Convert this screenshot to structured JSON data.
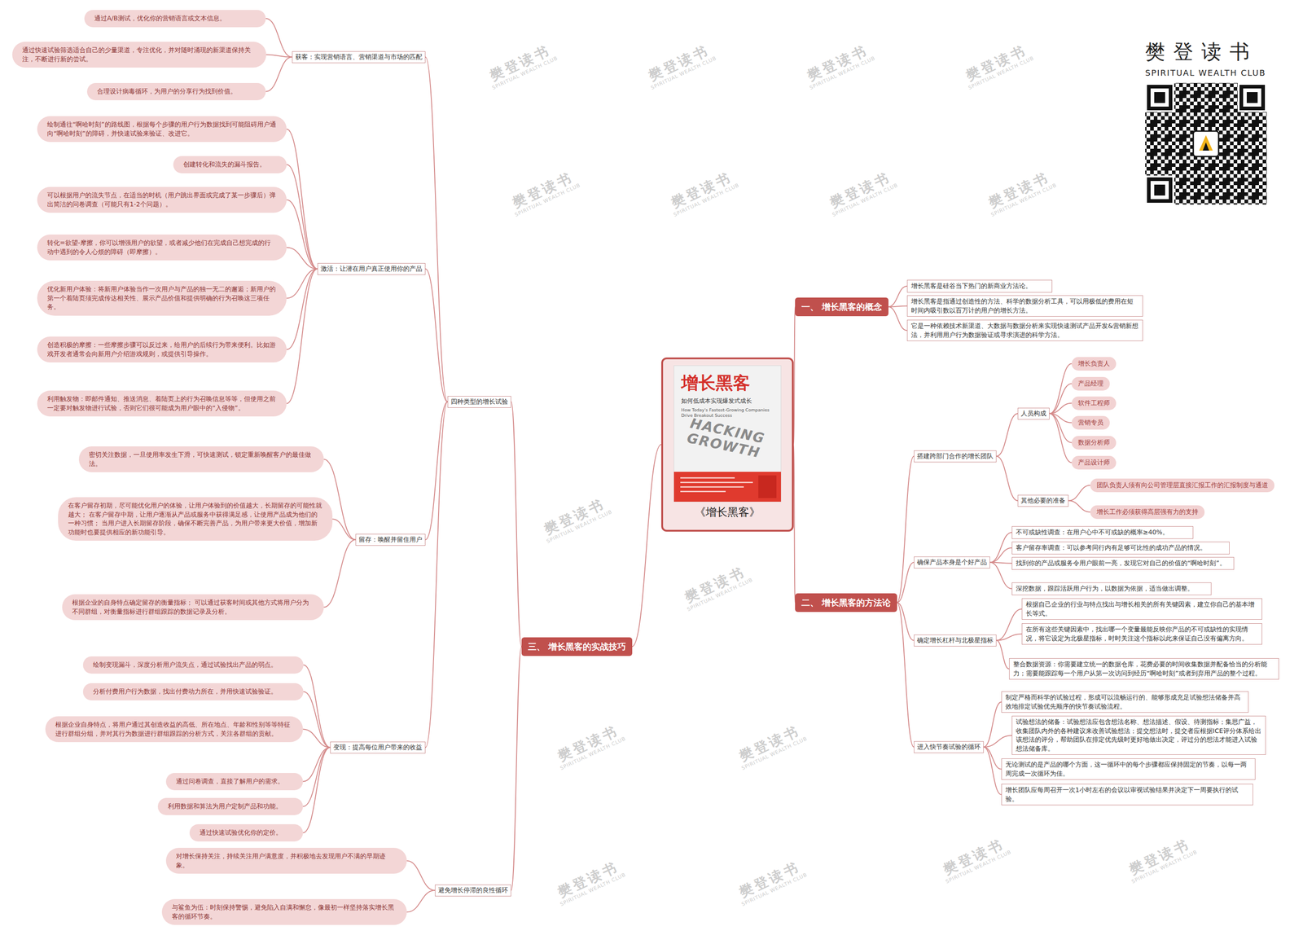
{
  "diagram": {
    "nodes": [
      {
        "text": [
          "增长黑客",
          "如何低成本实现爆发式成长",
          "How Today's Fastest-Growing Companies Drive Breakout Success",
          "HACKING GROWTH",
          "《增长黑客》"
        ]
      },
      {
        "text": [
          "一、 增长黑客的概念"
        ]
      },
      {
        "text": [
          "增长黑客是硅谷当下热门的新商业方法论。"
        ]
      },
      {
        "text": [
          "增长黑客是指通过创造性的方法、科学的数据分析工具，可以用极低的费用在短时间内吸引数以百万计的用户的增长方法。"
        ]
      },
      {
        "text": [
          "它是一种依赖技术新渠道、大数据与数据分析来实现快速测试产品开发&营销新想法，并利用用户行为数据验证或寻求演进的科学方法。"
        ]
      },
      {
        "text": [
          "二、 增长黑客的方法论"
        ]
      },
      {
        "text": [
          "搭建跨部门合作的增长团队"
        ]
      },
      {
        "text": [
          "人员构成"
        ]
      },
      {
        "text": [
          "增长负责人"
        ]
      },
      {
        "text": [
          "产品经理"
        ]
      },
      {
        "text": [
          "软件工程师"
        ]
      },
      {
        "text": [
          "营销专员"
        ]
      },
      {
        "text": [
          "数据分析师"
        ]
      },
      {
        "text": [
          "产品设计师"
        ]
      },
      {
        "text": [
          "其他必要的准备"
        ]
      },
      {
        "text": [
          "团队负责人须有向公司管理层直接汇报工作的汇报制度与通道"
        ]
      },
      {
        "text": [
          "增长工作必须获得高层强有力的支持"
        ]
      },
      {
        "text": [
          "确保产品本身是个好产品"
        ]
      },
      {
        "text": [
          "不可或缺性调查：在用户心中不可或缺的概率≥40%。"
        ]
      },
      {
        "text": [
          "客户留存率调查：可以参考同行内有足够可比性的成功产品的情况。"
        ]
      },
      {
        "text": [
          "找到你的产品或服务令用户眼前一亮，发现它对自己的价值的“啊哈时刻”。"
        ]
      },
      {
        "text": [
          "深挖数据，跟踪活跃用户行为，以数据为依据，适当做出调整。"
        ]
      },
      {
        "text": [
          "确定增长杠杆与北极星指标"
        ]
      },
      {
        "text": [
          "根据自己企业的行业与特点找出与增长相关的所有关键因素，建立你自己的基本增长等式。"
        ]
      },
      {
        "text": [
          "在所有这些关键因素中，找出哪一个变量最能反映你产品的不可或缺性的实现情况，将它设定为北极星指标，时时关注这个指标以此来保证自己没有偏离方向。"
        ]
      },
      {
        "text": [
          "整合数据资源：你需要建立统一的数据仓库，花费必要的时间收集数据并配备恰当的分析能力；需要能跟踪每一个用户从第一次访问到经历“啊哈时刻”或者到弃用产品的整个过程。"
        ]
      },
      {
        "text": [
          "进入快节奏试验的循环"
        ]
      },
      {
        "text": [
          "制定严格而科学的试验过程，形成可以流畅运行的、能够形成充足试验想法储备并高效地排定试验优先顺序的快节奏试验流程。"
        ]
      },
      {
        "text": [
          "试验想法的储备：试验想法应包含想法名称、想法描述、假设、待测指标；集思广益，收集团队内外的各种建议来改善试验想法；提交想法时，提交者应根据ICE评分体系给出该想法的评分，帮助团队在排定优先级时更好地做出决定，评过分的想法才能进入试验想法储备库。"
        ]
      },
      {
        "text": [
          "无论测试的是产品的哪个方面，这一循环中的每个步骤都应保持固定的节奏，以每一两周完成一次循环为佳。"
        ]
      },
      {
        "text": [
          "增长团队应每周召开一次1小时左右的会议以审视试验结果并决定下一周要执行的试验。"
        ]
      },
      {
        "text": [
          "三、 增长黑客的实战技巧"
        ]
      },
      {
        "text": [
          "四种类型的增长试验"
        ]
      },
      {
        "text": [
          "获客：实现营销语言、营销渠道与市场的匹配"
        ]
      },
      {
        "text": [
          "通过A/B测试，优化你的营销语言或文本信息。"
        ]
      },
      {
        "text": [
          "通过快速试验筛选适合自己的少量渠道，专注优化，并对随时涌现的新渠道保持关注，不断进行新的尝试。"
        ]
      },
      {
        "text": [
          "合理设计病毒循环，为用户的分享行为找到价值。"
        ]
      },
      {
        "text": [
          "激活：让潜在用户真正使用你的产品"
        ]
      },
      {
        "text": [
          "绘制通往“啊哈时刻”的路线图，根据每个步骤的用户行为数据找到可能阻碍用户通向“啊哈时刻”的障碍，并快速试验来验证、改进它。"
        ]
      },
      {
        "text": [
          "创建转化和流失的漏斗报告。"
        ]
      },
      {
        "text": [
          "可以根据用户的流失节点，在适当的时机（用户跳出界面或完成了某一步骤后）弹出简洁的问卷调查（可能只有1-2个问题）。"
        ]
      },
      {
        "text": [
          "转化=欲望-摩擦，你可以增强用户的欲望，或者减少他们在完成自己想完成的行动中遇到的令人心烦的障碍（即摩擦）。"
        ]
      },
      {
        "text": [
          "优化新用户体验：将新用户体验当作一次用户与产品的独一无二的邂逅；新用户的第一个着陆页须完成传达相关性、展示产品价值和提供明确的行为召唤这三项任务。"
        ]
      },
      {
        "text": [
          "创造积极的摩擦：一些摩擦步骤可以反过来，给用户的后续行为带来便利。比如游戏开发者通常会向新用户介绍游戏规则，或提供引导操作。"
        ]
      },
      {
        "text": [
          "利用触发物：即邮件通知、推送消息、着陆页上的行为召唤信息等等，但使用之前一定要对触发物进行试验，否则它们很可能成为用户眼中的“入侵物”。"
        ]
      },
      {
        "text": [
          "留存：唤醒并留住用户"
        ]
      },
      {
        "text": [
          "密切关注数据，一旦使用率发生下滑，可快速测试，锁定重新唤醒客户的最佳做法。"
        ]
      },
      {
        "text": [
          "在客户留存初期，尽可能优化用户的体验，让用户体验到的价值越大，长期留存的可能性就越大； 在客户留存中期，让用户逐渐从产品或服务中获得满足感，让使用产品成为他们的一种习惯； 当用户进入长期留存阶段，确保不断完善产品，为用户带来更大价值，增加新功能时也要提供相应的新功能引导。"
        ]
      },
      {
        "text": [
          "根据企业的自身特点确定留存的衡量指标； 可以通过获客时间或其他方式将用户分为不同群组，对衡量指标进行群组跟踪的数据记录及分析。"
        ]
      },
      {
        "text": [
          "变现：提高每位用户带来的收益"
        ]
      },
      {
        "text": [
          "绘制变现漏斗，深度分析用户流失点，通过试验找出产品的弱点。"
        ]
      },
      {
        "text": [
          "分析付费用户行为数据，找出付费动力所在，并用快速试验验证。"
        ]
      },
      {
        "text": [
          "根据企业自身特点，将用户通过其创造收益的高低、所在地点、年龄和性别等等特征进行群组分组，并对其行为数据进行群组跟踪的分析方式，关注各群组的贡献。"
        ]
      },
      {
        "text": [
          "通过问卷调查，直接了解用户的需求。"
        ]
      },
      {
        "text": [
          "利用数据和算法为用户定制产品和功能。"
        ]
      },
      {
        "text": [
          "通过快速试验优化你的定价。"
        ]
      },
      {
        "text": [
          "避免增长停滞的良性循环"
        ]
      },
      {
        "text": [
          "对增长保持关注，持续关注用户满意度，并积极地去发现用户不满的早期迹象。"
        ]
      },
      {
        "text": [
          "与鲨鱼为伍：时刻保持警惕，避免陷入自满和懈怠，像最初一样坚持落实增长黑客的循环节奏。"
        ]
      }
    ],
    "edges": [
      {
        "from": 0,
        "to": 1,
        "arrow": "none"
      },
      {
        "from": 0,
        "to": 5,
        "arrow": "none"
      },
      {
        "from": 0,
        "to": 31,
        "arrow": "none"
      },
      {
        "from": 1,
        "to": 2,
        "arrow": "none"
      },
      {
        "from": 1,
        "to": 3,
        "arrow": "none"
      },
      {
        "from": 1,
        "to": 4,
        "arrow": "none"
      },
      {
        "from": 5,
        "to": 6,
        "arrow": "none"
      },
      {
        "from": 5,
        "to": 17,
        "arrow": "none"
      },
      {
        "from": 5,
        "to": 22,
        "arrow": "none"
      },
      {
        "from": 5,
        "to": 26,
        "arrow": "none"
      },
      {
        "from": 6,
        "to": 7,
        "arrow": "none"
      },
      {
        "from": 6,
        "to": 14,
        "arrow": "none"
      },
      {
        "from": 7,
        "to": 8,
        "arrow": "none"
      },
      {
        "from": 7,
        "to": 9,
        "arrow": "none"
      },
      {
        "from": 7,
        "to": 10,
        "arrow": "none"
      },
      {
        "from": 7,
        "to": 11,
        "arrow": "none"
      },
      {
        "from": 7,
        "to": 12,
        "arrow": "none"
      },
      {
        "from": 7,
        "to": 13,
        "arrow": "none"
      },
      {
        "from": 14,
        "to": 15,
        "arrow": "none"
      },
      {
        "from": 14,
        "to": 16,
        "arrow": "none"
      },
      {
        "from": 17,
        "to": 18,
        "arrow": "none"
      },
      {
        "from": 17,
        "to": 19,
        "arrow": "none"
      },
      {
        "from": 17,
        "to": 20,
        "arrow": "none"
      },
      {
        "from": 17,
        "to": 21,
        "arrow": "none"
      },
      {
        "from": 22,
        "to": 23,
        "arrow": "none"
      },
      {
        "from": 22,
        "to": 24,
        "arrow": "none"
      },
      {
        "from": 22,
        "to": 25,
        "arrow": "none"
      },
      {
        "from": 26,
        "to": 27,
        "arrow": "none"
      },
      {
        "from": 26,
        "to": 28,
        "arrow": "none"
      },
      {
        "from": 26,
        "to": 29,
        "arrow": "none"
      },
      {
        "from": 26,
        "to": 30,
        "arrow": "none"
      },
      {
        "from": 31,
        "to": 32,
        "arrow": "none"
      },
      {
        "from": 31,
        "to": 56,
        "arrow": "none"
      },
      {
        "from": 32,
        "to": 33,
        "arrow": "none"
      },
      {
        "from": 32,
        "to": 37,
        "arrow": "none"
      },
      {
        "from": 32,
        "to": 45,
        "arrow": "none"
      },
      {
        "from": 32,
        "to": 49,
        "arrow": "none"
      },
      {
        "from": 33,
        "to": 34,
        "arrow": "none"
      },
      {
        "from": 33,
        "to": 35,
        "arrow": "none"
      },
      {
        "from": 33,
        "to": 36,
        "arrow": "none"
      },
      {
        "from": 37,
        "to": 38,
        "arrow": "none"
      },
      {
        "from": 37,
        "to": 39,
        "arrow": "none"
      },
      {
        "from": 37,
        "to": 40,
        "arrow": "none"
      },
      {
        "from": 37,
        "to": 41,
        "arrow": "none"
      },
      {
        "from": 37,
        "to": 42,
        "arrow": "none"
      },
      {
        "from": 37,
        "to": 43,
        "arrow": "none"
      },
      {
        "from": 37,
        "to": 44,
        "arrow": "none"
      },
      {
        "from": 45,
        "to": 46,
        "arrow": "none"
      },
      {
        "from": 45,
        "to": 47,
        "arrow": "none"
      },
      {
        "from": 45,
        "to": 48,
        "arrow": "none"
      },
      {
        "from": 49,
        "to": 50,
        "arrow": "none"
      },
      {
        "from": 49,
        "to": 51,
        "arrow": "none"
      },
      {
        "from": 49,
        "to": 52,
        "arrow": "none"
      },
      {
        "from": 49,
        "to": 53,
        "arrow": "none"
      },
      {
        "from": 49,
        "to": 54,
        "arrow": "none"
      },
      {
        "from": 49,
        "to": 55,
        "arrow": "none"
      },
      {
        "from": 56,
        "to": 57,
        "arrow": "none"
      },
      {
        "from": 56,
        "to": 58,
        "arrow": "none"
      }
    ],
    "labels": [
      "樊登读书",
      "SPIRITUAL WEALTH CLUB",
      "樊登读书",
      "SPIRITUAL WEALTH CLUB",
      "樊登读书",
      "SPIRITUAL WEALTH CLUB",
      "樊登读书",
      "SPIRITUAL WEALTH CLUB",
      "樊登读书",
      "SPIRITUAL WEALTH CLUB",
      "樊登读书",
      "SPIRITUAL WEALTH CLUB",
      "樊登读书",
      "SPIRITUAL WEALTH CLUB",
      "樊登读书",
      "SPIRITUAL WEALTH CLUB",
      "樊登读书",
      "SPIRITUAL WEALTH CLUB",
      "樊登读书",
      "SPIRITUAL WEALTH CLUB",
      "樊登读书",
      "SPIRITUAL WEALTH CLUB",
      "樊登读书",
      "SPIRITUAL WEALTH CLUB",
      "樊登读书",
      "SPIRITUAL WEALTH CLUB",
      "樊登读书",
      "SPIRITUAL WEALTH CLUB",
      "樊登读书",
      "SPIRITUAL WEALTH CLUB",
      "樊登读书",
      "SPIRITUAL WEALTH CLUB",
      "樊登读书",
      "SPIRITUAL WEALTH CLUB"
    ]
  }
}
